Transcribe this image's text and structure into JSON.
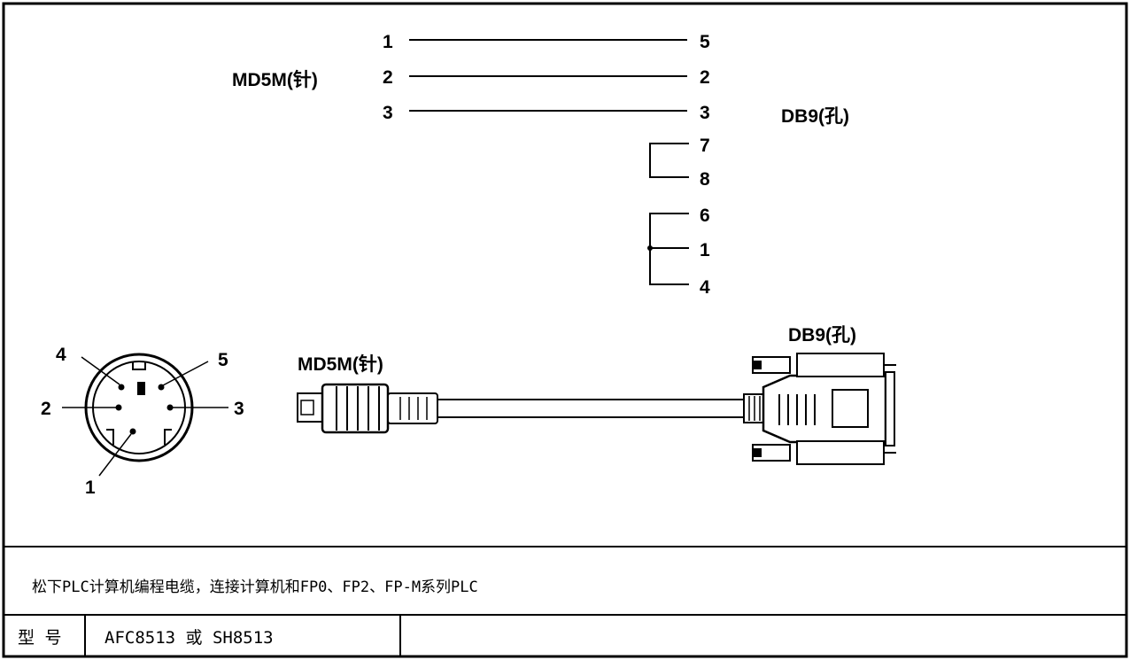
{
  "wiring": {
    "left_connector": "MD5M(针)",
    "right_connector": "DB9(孔)",
    "straight": [
      {
        "from": "1",
        "to": "5"
      },
      {
        "from": "2",
        "to": "2"
      },
      {
        "from": "3",
        "to": "3"
      }
    ],
    "jumper_a": [
      "7",
      "8"
    ],
    "jumper_b": [
      "6",
      "1",
      "4"
    ]
  },
  "drawing": {
    "round_pins": {
      "p4": "4",
      "p5": "5",
      "p2": "2",
      "p3": "3",
      "p1": "1"
    },
    "cable_left_label": "MD5M(针)",
    "cable_right_label": "DB9(孔)"
  },
  "description": "松下PLC计算机编程电缆，连接计算机和FP0、FP2、FP-M系列PLC",
  "model": {
    "label": "型 号",
    "value": "AFC8513 或 SH8513"
  }
}
